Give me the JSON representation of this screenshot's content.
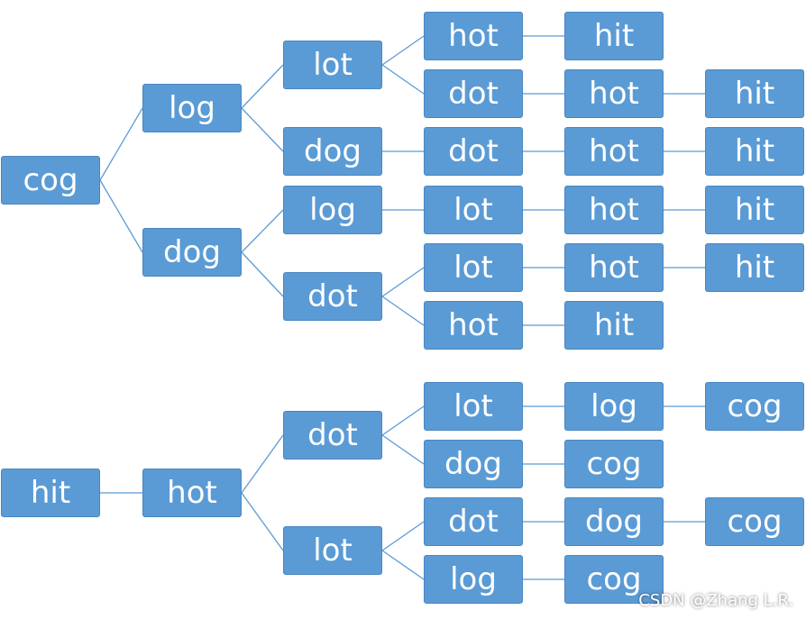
{
  "nodes": [
    {
      "id": "n1",
      "label": "cog"
    },
    {
      "id": "n2",
      "label": "log"
    },
    {
      "id": "n3",
      "label": "dog"
    },
    {
      "id": "n4",
      "label": "lot"
    },
    {
      "id": "n5",
      "label": "dog"
    },
    {
      "id": "n6",
      "label": "log"
    },
    {
      "id": "n7",
      "label": "dot"
    },
    {
      "id": "n8",
      "label": "hot"
    },
    {
      "id": "n9",
      "label": "dot"
    },
    {
      "id": "n10",
      "label": "dot"
    },
    {
      "id": "n11",
      "label": "lot"
    },
    {
      "id": "n12",
      "label": "lot"
    },
    {
      "id": "n13",
      "label": "hot"
    },
    {
      "id": "n14",
      "label": "hit"
    },
    {
      "id": "n15",
      "label": "hot"
    },
    {
      "id": "n16",
      "label": "hot"
    },
    {
      "id": "n17",
      "label": "hot"
    },
    {
      "id": "n18",
      "label": "hot"
    },
    {
      "id": "n19",
      "label": "hit"
    },
    {
      "id": "n20",
      "label": "hit"
    },
    {
      "id": "n21",
      "label": "hit"
    },
    {
      "id": "n22",
      "label": "hit"
    },
    {
      "id": "n23",
      "label": "hit"
    },
    {
      "id": "m1",
      "label": "hit"
    },
    {
      "id": "m2",
      "label": "hot"
    },
    {
      "id": "m3",
      "label": "dot"
    },
    {
      "id": "m4",
      "label": "lot"
    },
    {
      "id": "m5",
      "label": "lot"
    },
    {
      "id": "m6",
      "label": "dog"
    },
    {
      "id": "m7",
      "label": "dot"
    },
    {
      "id": "m8",
      "label": "log"
    },
    {
      "id": "m9",
      "label": "log"
    },
    {
      "id": "m10",
      "label": "cog"
    },
    {
      "id": "m11",
      "label": "dog"
    },
    {
      "id": "m12",
      "label": "cog"
    },
    {
      "id": "m13",
      "label": "cog"
    },
    {
      "id": "m14",
      "label": "cog"
    }
  ],
  "edges": [
    [
      "n1",
      "n2"
    ],
    [
      "n1",
      "n3"
    ],
    [
      "n2",
      "n4"
    ],
    [
      "n2",
      "n5"
    ],
    [
      "n3",
      "n6"
    ],
    [
      "n3",
      "n7"
    ],
    [
      "n4",
      "n8"
    ],
    [
      "n4",
      "n9"
    ],
    [
      "n5",
      "n10"
    ],
    [
      "n6",
      "n11"
    ],
    [
      "n7",
      "n12"
    ],
    [
      "n7",
      "n13"
    ],
    [
      "n8",
      "n14"
    ],
    [
      "n9",
      "n15"
    ],
    [
      "n10",
      "n16"
    ],
    [
      "n11",
      "n17"
    ],
    [
      "n12",
      "n18"
    ],
    [
      "n13",
      "n19"
    ],
    [
      "n15",
      "n20"
    ],
    [
      "n16",
      "n21"
    ],
    [
      "n17",
      "n22"
    ],
    [
      "n18",
      "n23"
    ],
    [
      "m1",
      "m2"
    ],
    [
      "m2",
      "m3"
    ],
    [
      "m2",
      "m4"
    ],
    [
      "m3",
      "m5"
    ],
    [
      "m3",
      "m6"
    ],
    [
      "m4",
      "m7"
    ],
    [
      "m4",
      "m8"
    ],
    [
      "m5",
      "m9"
    ],
    [
      "m6",
      "m10"
    ],
    [
      "m7",
      "m11"
    ],
    [
      "m8",
      "m12"
    ],
    [
      "m9",
      "m13"
    ],
    [
      "m11",
      "m14"
    ]
  ],
  "colors": {
    "node_fill": "#5b9bd5",
    "node_border": "#4a86c0",
    "edge": "#5b9bd5",
    "text": "#ffffff"
  },
  "watermark": "CSDN @Zhang L.R."
}
